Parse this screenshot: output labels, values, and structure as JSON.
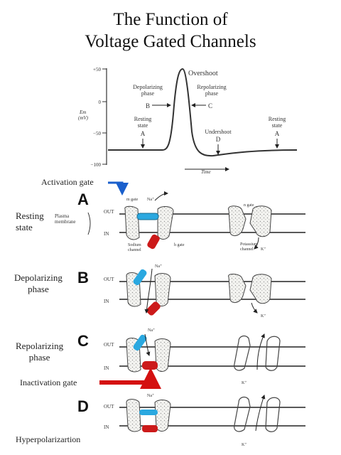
{
  "title": {
    "line1": "The Function of",
    "line2": "Voltage Gated Channels"
  },
  "graph": {
    "y_axis_label": "Em\n(mV)",
    "ticks": [
      "+50",
      "0",
      "−50",
      "−100"
    ],
    "overshoot": "Overshoot",
    "depolarizing": "Depolarizing\nphase",
    "repolarizing": "Repolarizing\nphase",
    "letter_b": "B",
    "letter_c": "C",
    "resting_left": "Resting\nstate",
    "letter_a_left": "A",
    "undershoot": "Undershoot",
    "letter_d": "D",
    "resting_right": "Resting\nstate",
    "letter_a_right": "A",
    "time": "Time"
  },
  "labels": {
    "activation_gate": "Activation gate",
    "resting_state": "Resting\nstate",
    "depolarizing_phase": "Depolarizing\nphase",
    "repolarizing_phase": "Repolarizing\nphase",
    "inactivation_gate": "Inactivation gate",
    "hyperpolarization": "Hyperpolarizartion"
  },
  "panel_letters": {
    "a": "A",
    "b": "B",
    "c": "C",
    "d": "D"
  },
  "diagram_text": {
    "out": "OUT",
    "in": "IN",
    "plasma_membrane": "Plasma\nmembrane",
    "na": "Na⁺",
    "k": "K⁺",
    "m_gate": "m gate",
    "h_gate": "h gate",
    "sodium_channel": "Sodium\nchannel",
    "n_gate": "n gate",
    "potassium_channel": "Potassium\nchannel"
  },
  "colors": {
    "activation_gate": "#2aa8e0",
    "inactivation_gate": "#cc1a1a",
    "arrow_blue": "#1a5fcc",
    "arrow_red": "#d41010"
  }
}
